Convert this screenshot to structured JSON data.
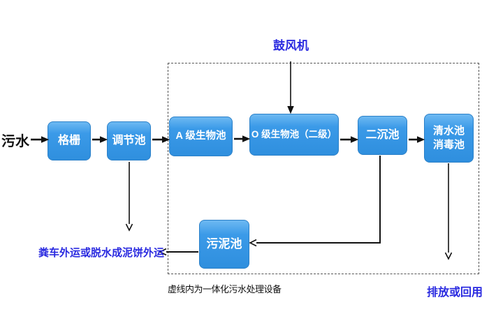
{
  "colors": {
    "box_fill": "#3b9ae8",
    "box_fill_light": "#6db9f2",
    "box_border": "#2b80c8",
    "box_text": "#ffffff",
    "accent": "#2a2ae0",
    "ink": "#111111",
    "boundary": "#555555",
    "background": "#ffffff"
  },
  "diagram": {
    "source_label": "污水",
    "blower_label": "鼓风机",
    "nodes": [
      {
        "id": "grid",
        "label": "格栅"
      },
      {
        "id": "regulating",
        "label": "调节池"
      },
      {
        "id": "a_bio",
        "label": "A 级生物池"
      },
      {
        "id": "o_bio",
        "label": "O 级生物池（二级）"
      },
      {
        "id": "secondary_sed",
        "label": "二沉池"
      },
      {
        "id": "clear_water",
        "label": "清水池\n消毒池"
      },
      {
        "id": "sludge",
        "label": "污泥池"
      }
    ],
    "sludge_out_label": "粪车外运或脱水成泥饼外运",
    "discharge_label": "排放或回用",
    "boundary_caption": "虚线内为一体化污水处理设备"
  }
}
